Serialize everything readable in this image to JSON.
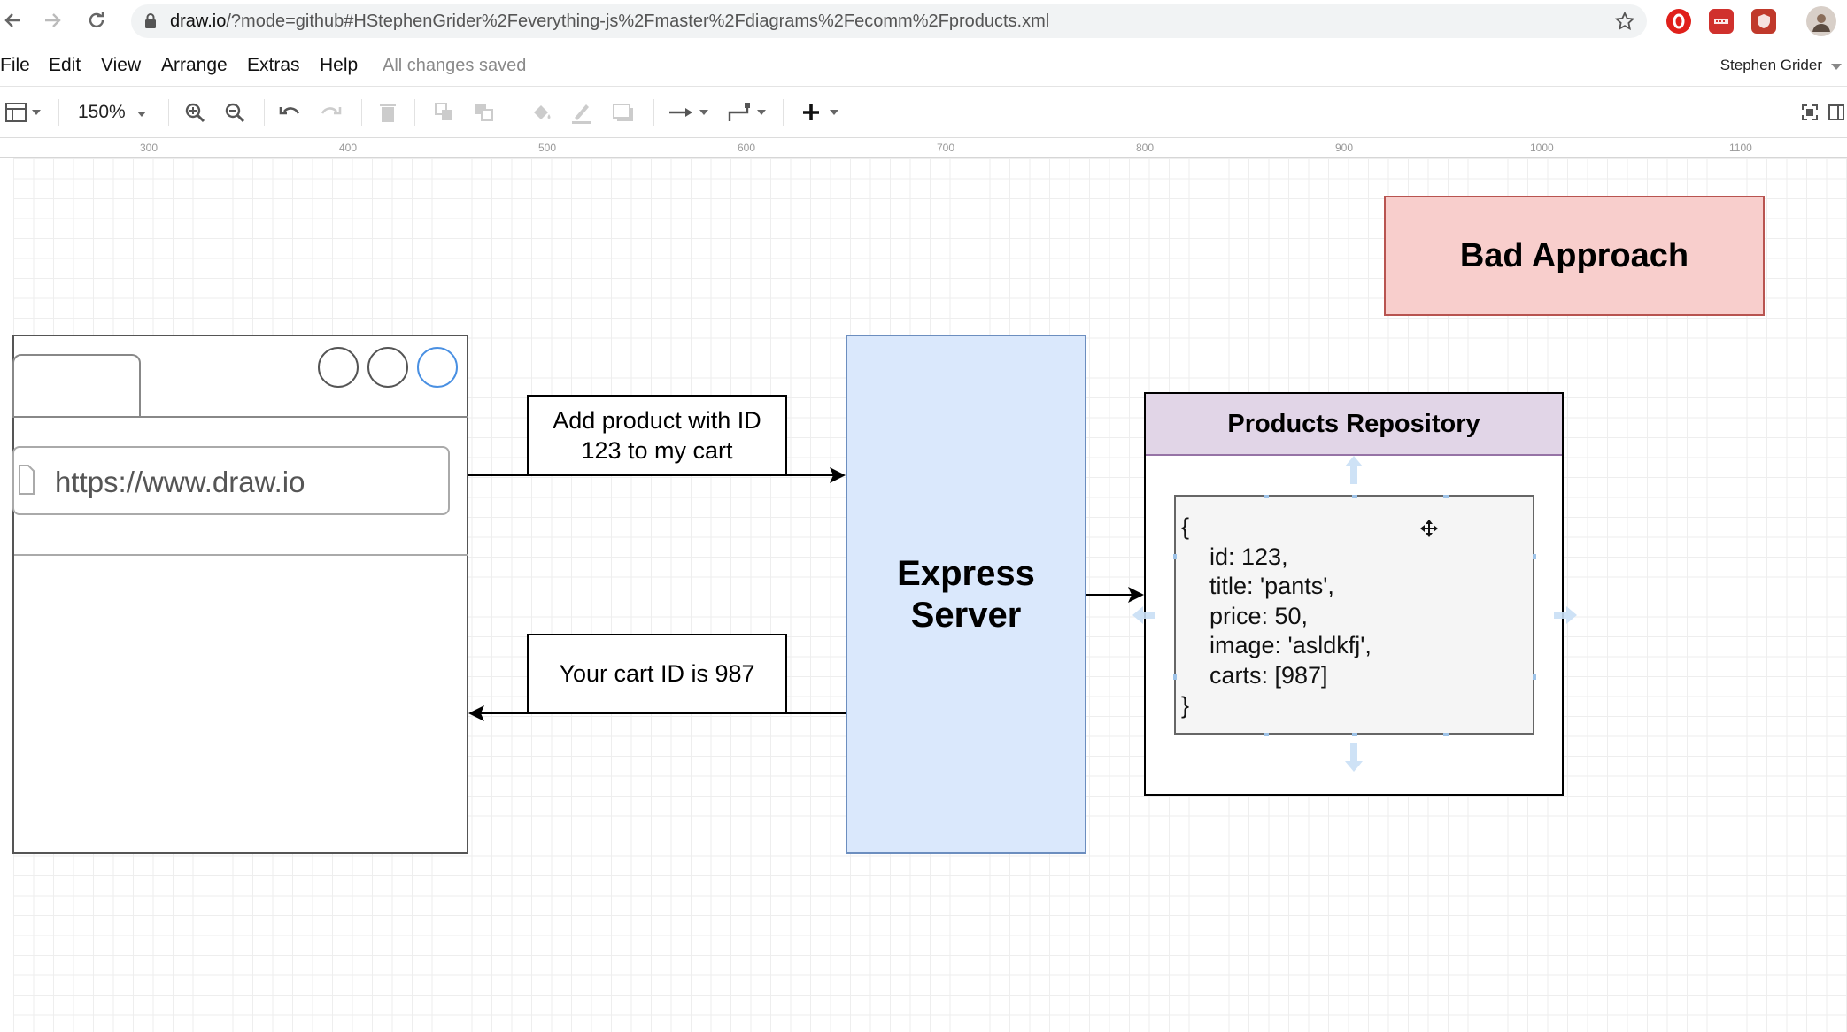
{
  "browser": {
    "url_host": "draw.io",
    "url_path": "/?mode=github#HStephenGrider%2Feverything-js%2Fmaster%2Fdiagrams%2Fecomm%2Fproducts.xml"
  },
  "menu": {
    "items": [
      "File",
      "Edit",
      "View",
      "Arrange",
      "Extras",
      "Help"
    ],
    "status": "All changes saved",
    "user": "Stephen Grider"
  },
  "toolbar": {
    "zoom": "150%"
  },
  "ruler": {
    "labels": [
      "300",
      "400",
      "500",
      "600",
      "700",
      "800",
      "900",
      "1000",
      "1100"
    ]
  },
  "diagram": {
    "mockup_url": "https://www.draw.io",
    "request_label": "Add product with ID\n123 to my cart",
    "response_label": "Your cart ID is 987",
    "server_label": "Express\nServer",
    "bad_label": "Bad Approach",
    "repo_title": "Products Repository",
    "record": {
      "open": "{",
      "lines": [
        "id: 123,",
        "title: 'pants',",
        "price: 50,",
        "image: 'asldkfj',",
        "carts: [987]"
      ],
      "close": "}"
    }
  },
  "colors": {
    "server_fill": "#dae8fc",
    "server_stroke": "#6c8ebf",
    "bad_fill": "#f8cecc",
    "bad_stroke": "#b85450",
    "repo_head_fill": "#e1d5e7",
    "repo_head_stroke": "#9673a6",
    "record_fill": "#f5f5f5"
  }
}
